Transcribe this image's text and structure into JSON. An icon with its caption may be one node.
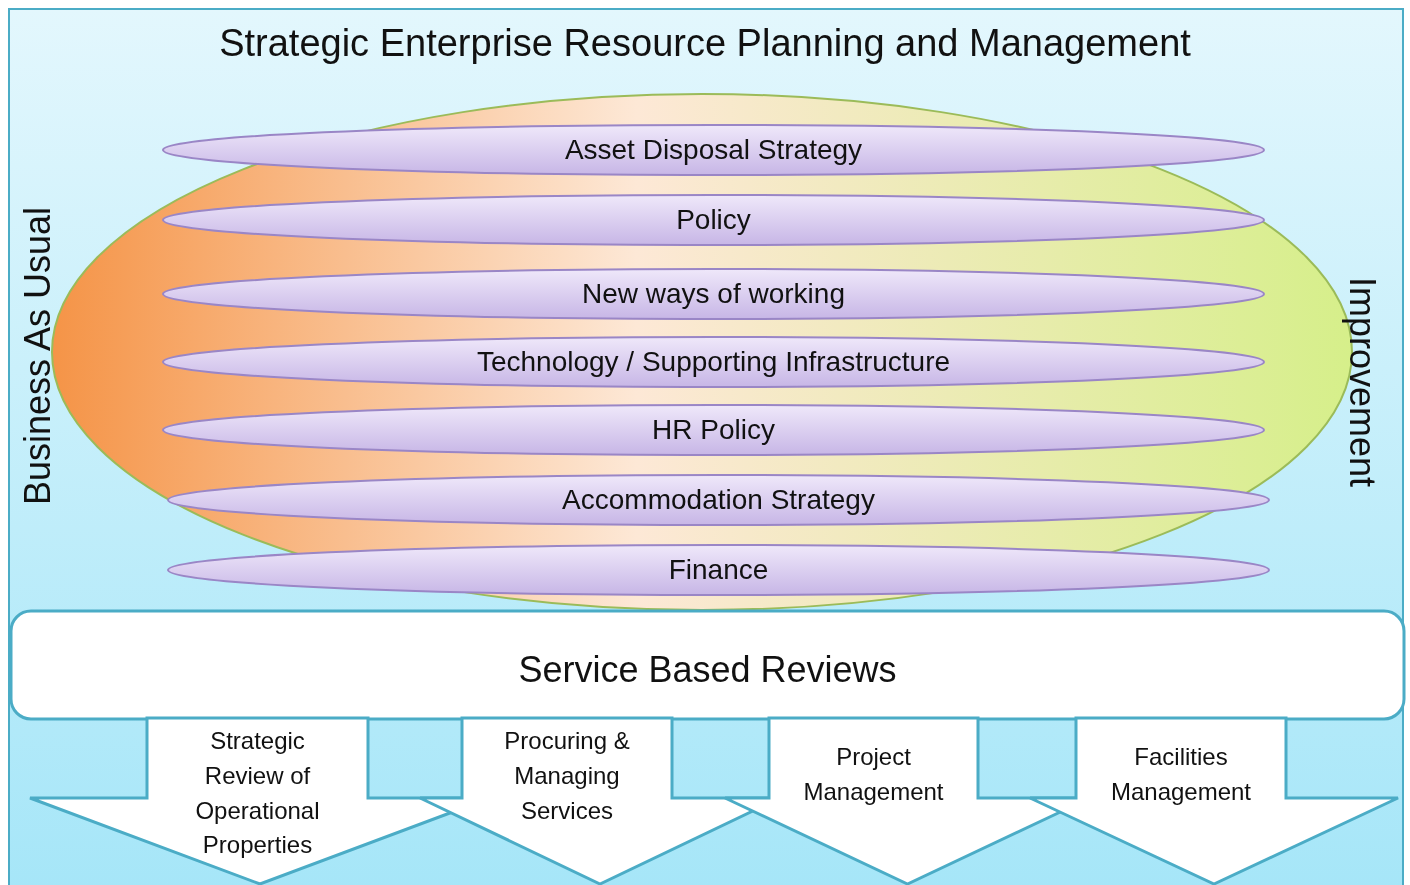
{
  "diagram": {
    "title": "Strategic Enterprise Resource Planning and Management",
    "nodes": [
      {
        "text": [
          "Asset Disposal Strategy"
        ]
      },
      {
        "text": [
          "Policy"
        ]
      },
      {
        "text": [
          "New ways of working"
        ]
      },
      {
        "text": [
          "Technology / Supporting Infrastructure"
        ]
      },
      {
        "text": [
          "HR Policy"
        ]
      },
      {
        "text": [
          "Accommodation Strategy"
        ]
      },
      {
        "text": [
          "Finance"
        ]
      },
      {
        "text": [
          "Service Based Reviews"
        ]
      }
    ],
    "edges": [
      {
        "from": 7,
        "to": null,
        "arrow": "to",
        "label": "Strategic Review of Operational Properties"
      },
      {
        "from": 7,
        "to": null,
        "arrow": "to",
        "label": "Procuring & Managing Services"
      },
      {
        "from": 7,
        "to": null,
        "arrow": "to",
        "label": "Project Management"
      },
      {
        "from": 7,
        "to": null,
        "arrow": "to",
        "label": "Facilities Management"
      }
    ],
    "labels": [
      "Business As Usual",
      "Improvement"
    ]
  }
}
